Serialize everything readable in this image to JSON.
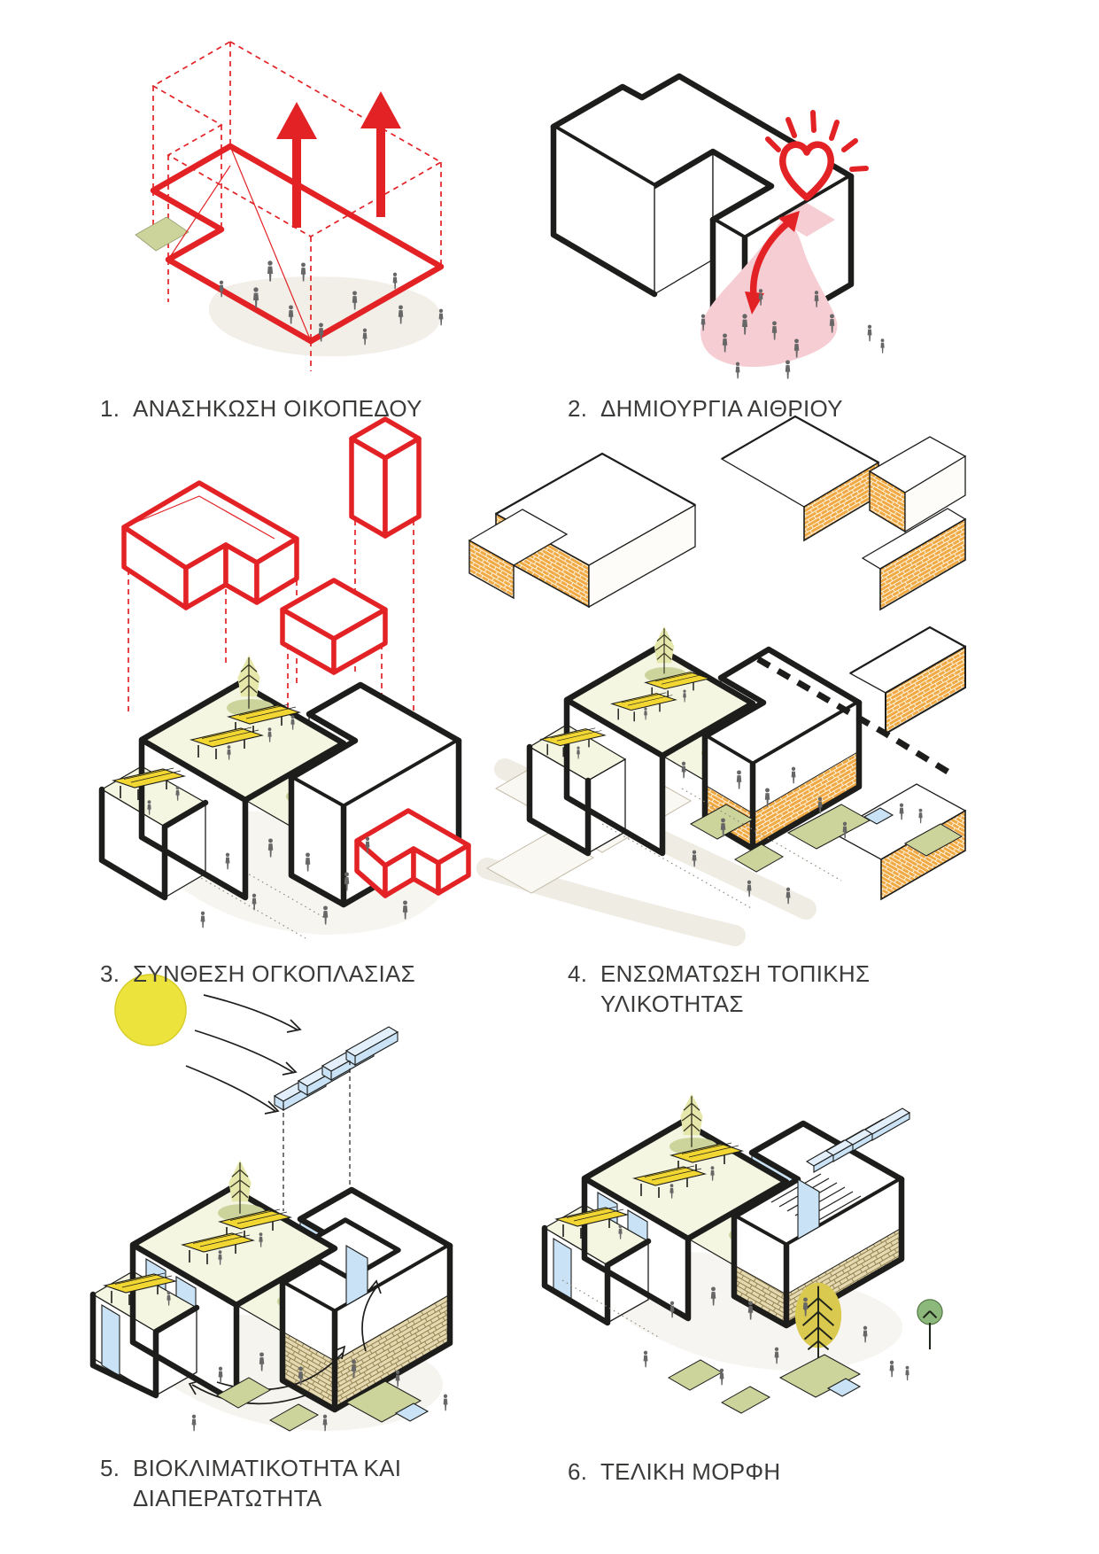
{
  "document": {
    "kind": "architectural concept diagram",
    "language": "Greek",
    "step_count": "6"
  },
  "palette": {
    "red": "#e32226",
    "ink": "#1d1d1b",
    "caption": "#3b3b3a",
    "pink": "#f5cdd3",
    "olive": "#ccd49c",
    "ground": "#f1efe8",
    "brick": "#f0a943",
    "blue": "#c9e2f6",
    "sun": "#ece33d",
    "stone": "#e5d9b2",
    "terrace": "#f4f6e1",
    "tree-dark": "#42502c",
    "tree-yellow": "#d9c94f",
    "leaf-light": "#e6e8ab",
    "stall-yellow": "#f2d733",
    "person": "#676767"
  },
  "steps": [
    {
      "number": "1.",
      "label": "ΑΝΑΣΗΚΩΣΗ ΟΙΚΟΠΕΔΟΥ",
      "label_line2": "",
      "illustration": "lifted-site-red-wireframe",
      "icons": [
        "up-arrow-icon",
        "site-outline",
        "people"
      ]
    },
    {
      "number": "2.",
      "label": "ΔΗΜΙΟΥΡΓΙΑ ΑΙΘΡΙΟΥ",
      "label_line2": "",
      "illustration": "atrium-creation-volume",
      "icons": [
        "heart-icon",
        "curved-arrow-icon",
        "people"
      ]
    },
    {
      "number": "3.",
      "label": "ΣΥΝΘΕΣΗ ΟΓΚΟΠΛΑΣΙΑΣ",
      "label_line2": "",
      "illustration": "massing-composition",
      "icons": [
        "red-volume",
        "market-stall-icon",
        "tree-icon",
        "people"
      ]
    },
    {
      "number": "4.",
      "label": "ΕΝΣΩΜΑΤΩΣΗ ΤΟΠΙΚΗΣ",
      "label_line2": "ΥΛΙΚΟΤΗΤΑΣ",
      "illustration": "local-materiality-context",
      "icons": [
        "brick-wall",
        "tree-icon",
        "people"
      ]
    },
    {
      "number": "5.",
      "label": "ΒΙΟΚΛΙΜΑΤΙΚΟΤΗΤΑ ΚΑΙ",
      "label_line2": "ΔΙΑΠΕΡΑΤΩΤΗΤΑ",
      "illustration": "bioclimatic-permeability",
      "icons": [
        "sun-icon",
        "wind-arrow-icon",
        "solar-panel-icon",
        "airflow-arrow-icon"
      ]
    },
    {
      "number": "6.",
      "label": "ΤΕΛΙΚΗ ΜΟΡΦΗ",
      "label_line2": "",
      "illustration": "final-form",
      "icons": [
        "solar-panel-icon",
        "tree-icon",
        "people"
      ]
    }
  ]
}
